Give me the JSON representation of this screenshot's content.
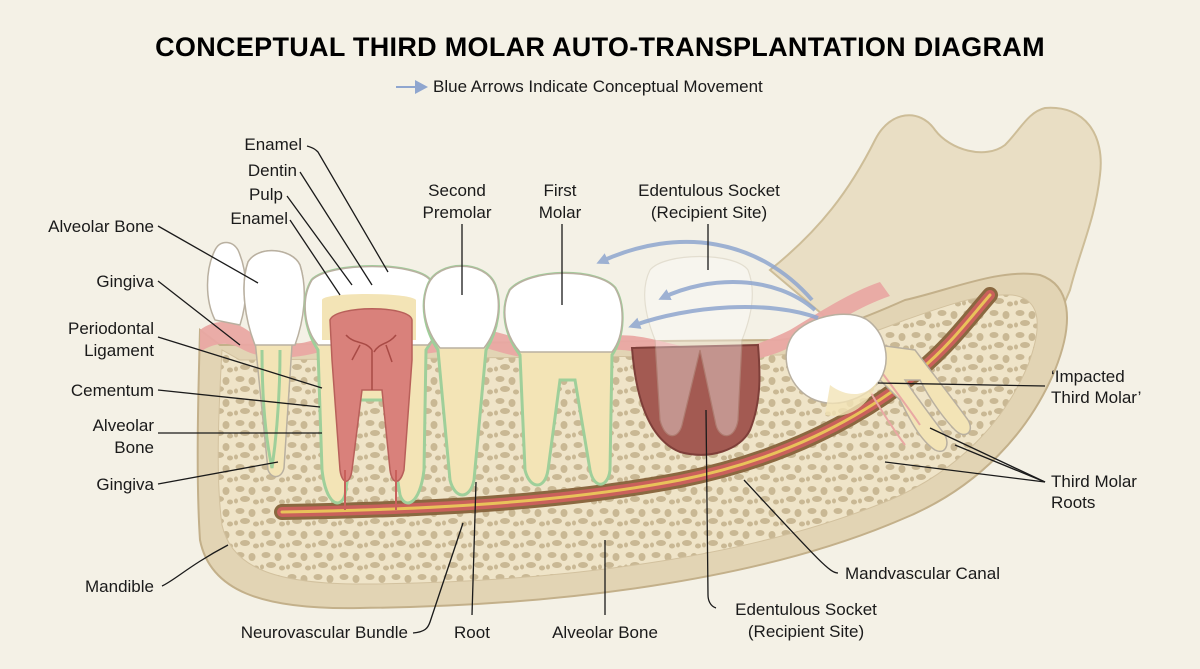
{
  "title": "CONCEPTUAL THIRD MOLAR AUTO-TRANSPLANTATION DIAGRAM",
  "legend": {
    "text": "Blue Arrows Indicate Conceptual Movement",
    "arrow_color": "#8fa6cf"
  },
  "colors": {
    "background": "#f4f1e6",
    "bone": "#e8dcc0",
    "cortical": "#e2d4b4",
    "trabecular_spaces": "#c9b894",
    "gingiva": "#e9a8a3",
    "enamel": "#ffffff",
    "dentin": "#f3e4b6",
    "pulp": "#d9817b",
    "socket": "#a35a52",
    "canal": "#c9605b",
    "nerve": "#e9c25a",
    "movement_arrows": "#8fa6cf"
  },
  "labels": {
    "enamel_top": "Enamel",
    "dentin": "Dentin",
    "pulp": "Pulp",
    "enamel_inner": "Enamel",
    "alveolar_bone_left": "Alveolar Bone",
    "gingiva_top": "Gingiva",
    "periodontal_1": "Periodontal",
    "periodontal_2": "Ligament",
    "cementum": "Cementum",
    "alveolar_1": "Alveolar",
    "alveolar_2": "Bone",
    "gingiva_lower": "Gingiva",
    "mandible": "Mandible",
    "neurovascular_bundle": "Neurovascular Bundle",
    "root": "Root",
    "alveolar_bone_bottom": "Alveolar Bone",
    "second_premolar_1": "Second",
    "second_premolar_2": "Premolar",
    "first_molar_1": "First",
    "first_molar_2": "Molar",
    "socket_top_1": "Edentulous Socket",
    "socket_top_2": "(Recipient Site)",
    "socket_bottom_1": "Edentulous Socket",
    "socket_bottom_2": "(Recipient Site)",
    "mandvascular_canal": "Mandvascular Canal",
    "impacted_1": "‘Impacted",
    "impacted_2": "Third Molar’",
    "third_roots_1": "Third Molar",
    "third_roots_2": "Roots"
  }
}
